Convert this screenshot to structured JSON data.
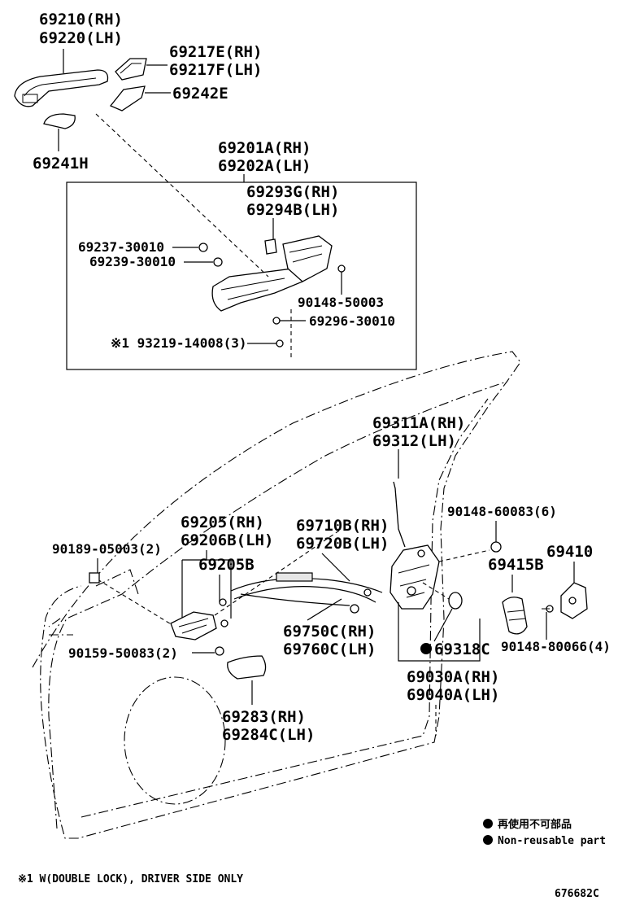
{
  "labels": {
    "p69210": "69210(RH)",
    "p69220": "69220(LH)",
    "p69217E": "69217E(RH)",
    "p69217F": "69217F(LH)",
    "p69242E": "69242E",
    "p69241H": "69241H",
    "p69201A": "69201A(RH)",
    "p69202A": "69202A(LH)",
    "p69293G": "69293G(RH)",
    "p69294B": "69294B(LH)",
    "p69237": "69237-30010",
    "p69239": "69239-30010",
    "p90148_50003": "90148-50003",
    "p69296": "69296-30010",
    "p93219": "※1 93219-14008(3)",
    "p69311A": "69311A(RH)",
    "p69312": "69312(LH)",
    "p90148_60083": "90148-60083(6)",
    "p69205": "69205(RH)",
    "p69206B": "69206B(LH)",
    "p69710B": "69710B(RH)",
    "p69720B": "69720B(LH)",
    "p90189": "90189-05003(2)",
    "p69205B": "69205B",
    "p69415B": "69415B",
    "p69410": "69410",
    "p69750C": "69750C(RH)",
    "p69760C": "69760C(LH)",
    "p69318C": "69318C",
    "p90159": "90159-50083(2)",
    "p90148_80066": "90148-80066(4)",
    "p69030A": "69030A(RH)",
    "p69040A": "69040A(LH)",
    "p69283": "69283(RH)",
    "p69284C": "69284C(LH)"
  },
  "legend": {
    "jp": "再使用不可部品",
    "en": "Non-reusable part"
  },
  "footnote": "※1 W(DOUBLE LOCK), DRIVER SIDE ONLY",
  "diagram_id": "676682C"
}
